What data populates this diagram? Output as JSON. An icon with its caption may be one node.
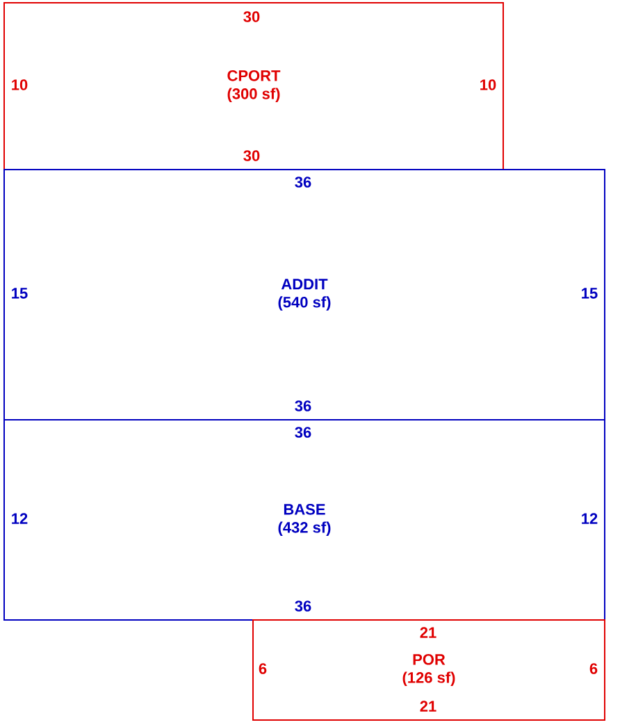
{
  "diagram": {
    "nodes": [
      {
        "text": [
          "CPORT",
          "(300 sf)"
        ]
      },
      {
        "text": [
          "ADDIT",
          "(540 sf)"
        ]
      },
      {
        "text": [
          "BASE",
          "(432 sf)"
        ]
      },
      {
        "text": [
          "POR",
          "(126 sf)"
        ]
      }
    ],
    "labels": [
      "30",
      "10",
      "10",
      "30",
      "36",
      "15",
      "15",
      "36",
      "36",
      "12",
      "12",
      "36",
      "21",
      "6",
      "6",
      "21"
    ]
  }
}
